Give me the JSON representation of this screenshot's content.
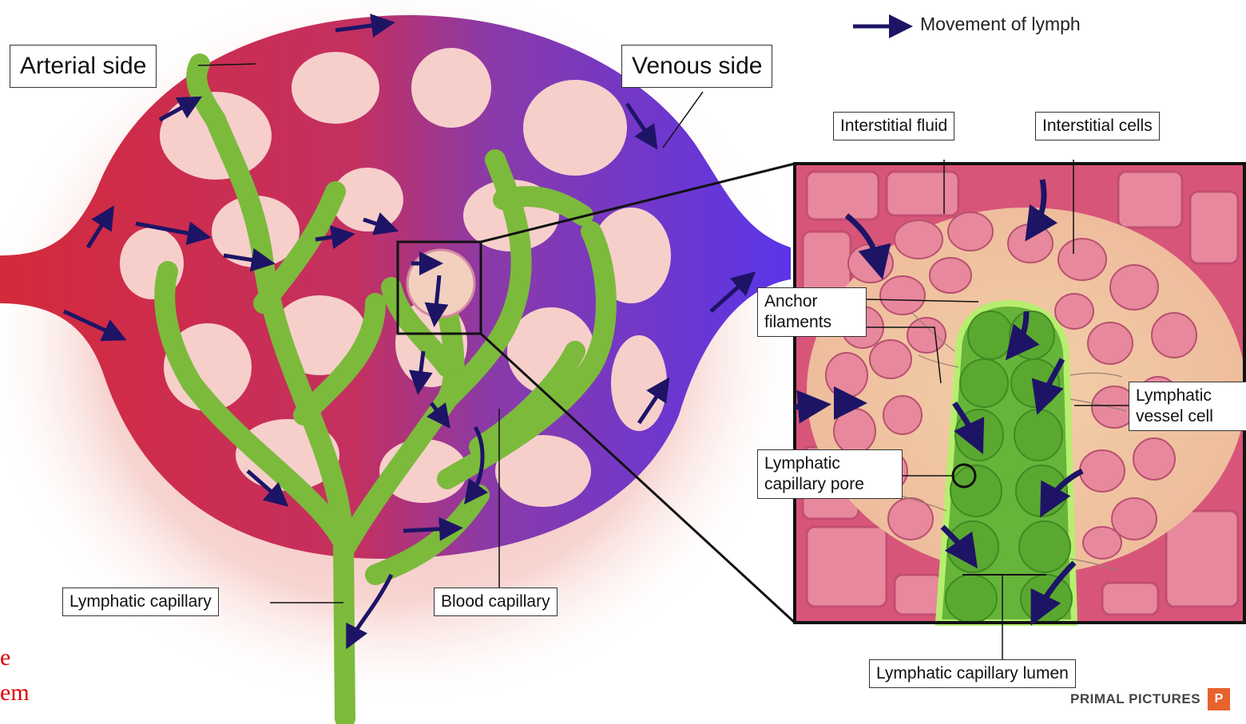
{
  "legend": {
    "label": "Movement of lymph"
  },
  "labels": {
    "arterial_side": "Arterial side",
    "venous_side": "Venous side",
    "interstitial_fluid": "Interstitial fluid",
    "interstitial_cells": "Interstitial cells",
    "anchor_filaments": "Anchor filaments",
    "lymphatic_vessel_cell": "Lymphatic vessel cell",
    "lymphatic_capillary_pore": "Lymphatic capillary pore",
    "lymphatic_capillary": "Lymphatic capillary",
    "blood_capillary": "Blood capillary",
    "lymphatic_capillary_lumen": "Lymphatic capillary lumen"
  },
  "slide_text": {
    "line1": "e",
    "line2": "em"
  },
  "branding": {
    "name": "PRIMAL PICTURES",
    "logo_text": "P"
  },
  "colors": {
    "arterial": "#d42a3c",
    "venous": "#5a35e8",
    "lymphatic": "#7cba3c",
    "arrow": "#1d1466",
    "tissue": "#f2c6a8",
    "cells": "#e88a98",
    "red_text": "#e00000"
  }
}
